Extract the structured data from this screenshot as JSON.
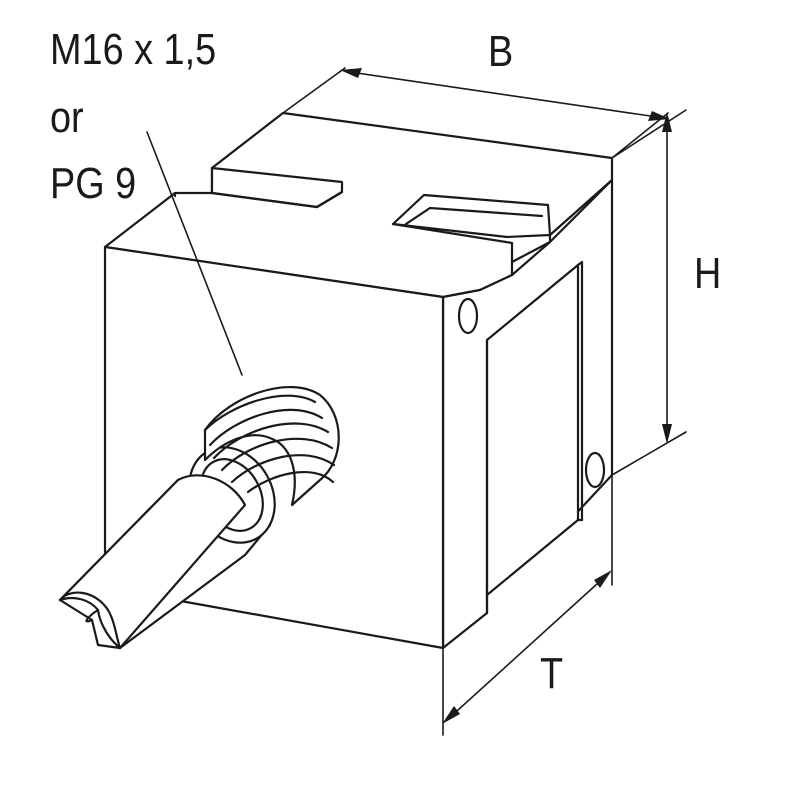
{
  "thread_label": {
    "line1": "M16 x 1,5",
    "line2": "or",
    "line3": "PG 9"
  },
  "dimensions": {
    "width": "B",
    "height": "H",
    "depth": "T"
  }
}
